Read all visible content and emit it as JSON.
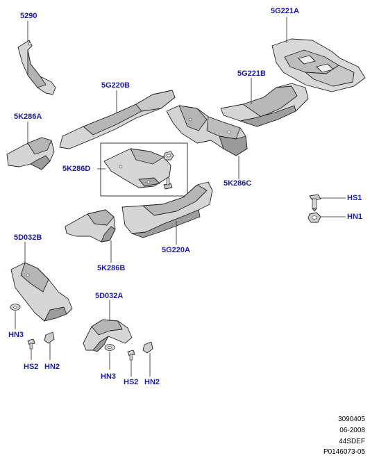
{
  "colors": {
    "label": "#1a1aa6",
    "part_fill": "#d8d8d8",
    "part_shade": "#b4b4b4",
    "part_dark": "#8e8e8e",
    "outline": "#222222"
  },
  "labels": {
    "p5290": "5290",
    "p5G221A": "5G221A",
    "p5G220B": "5G220B",
    "p5G221B": "5G221B",
    "p5K286A": "5K286A",
    "p5K286D": "5K286D",
    "p5K286C": "5K286C",
    "pHS1": "HS1",
    "pHN1": "HN1",
    "p5D032B": "5D032B",
    "p5K286B": "5K286B",
    "p5G220A": "5G220A",
    "p5D032A": "5D032A",
    "pHN3_left": "HN3",
    "pHS2_left": "HS2",
    "pHN2_left": "HN2",
    "pHN3_right": "HN3",
    "pHS2_right": "HS2",
    "pHN2_right": "HN2"
  },
  "reference": {
    "line1": "3090405",
    "line2": "06-2008",
    "line3": "44SDEF",
    "line4": "P0146073-05"
  }
}
